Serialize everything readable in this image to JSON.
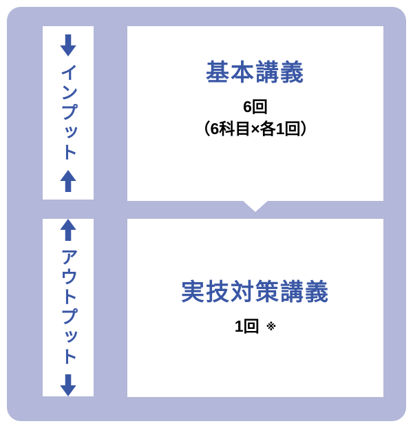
{
  "colors": {
    "panel_bg": "#b3b7d9",
    "accent_blue": "#3a57a5",
    "box_bg": "#ffffff",
    "text_black": "#000000"
  },
  "left": {
    "input": {
      "label": "インプット"
    },
    "output": {
      "label": "アウトプット"
    }
  },
  "flow": {
    "box1": {
      "title": "基本講義",
      "count": "6回",
      "detail": "（6科目×各1回）"
    },
    "box2": {
      "title": "実技対策講義",
      "count": "1回",
      "note": "※"
    }
  }
}
